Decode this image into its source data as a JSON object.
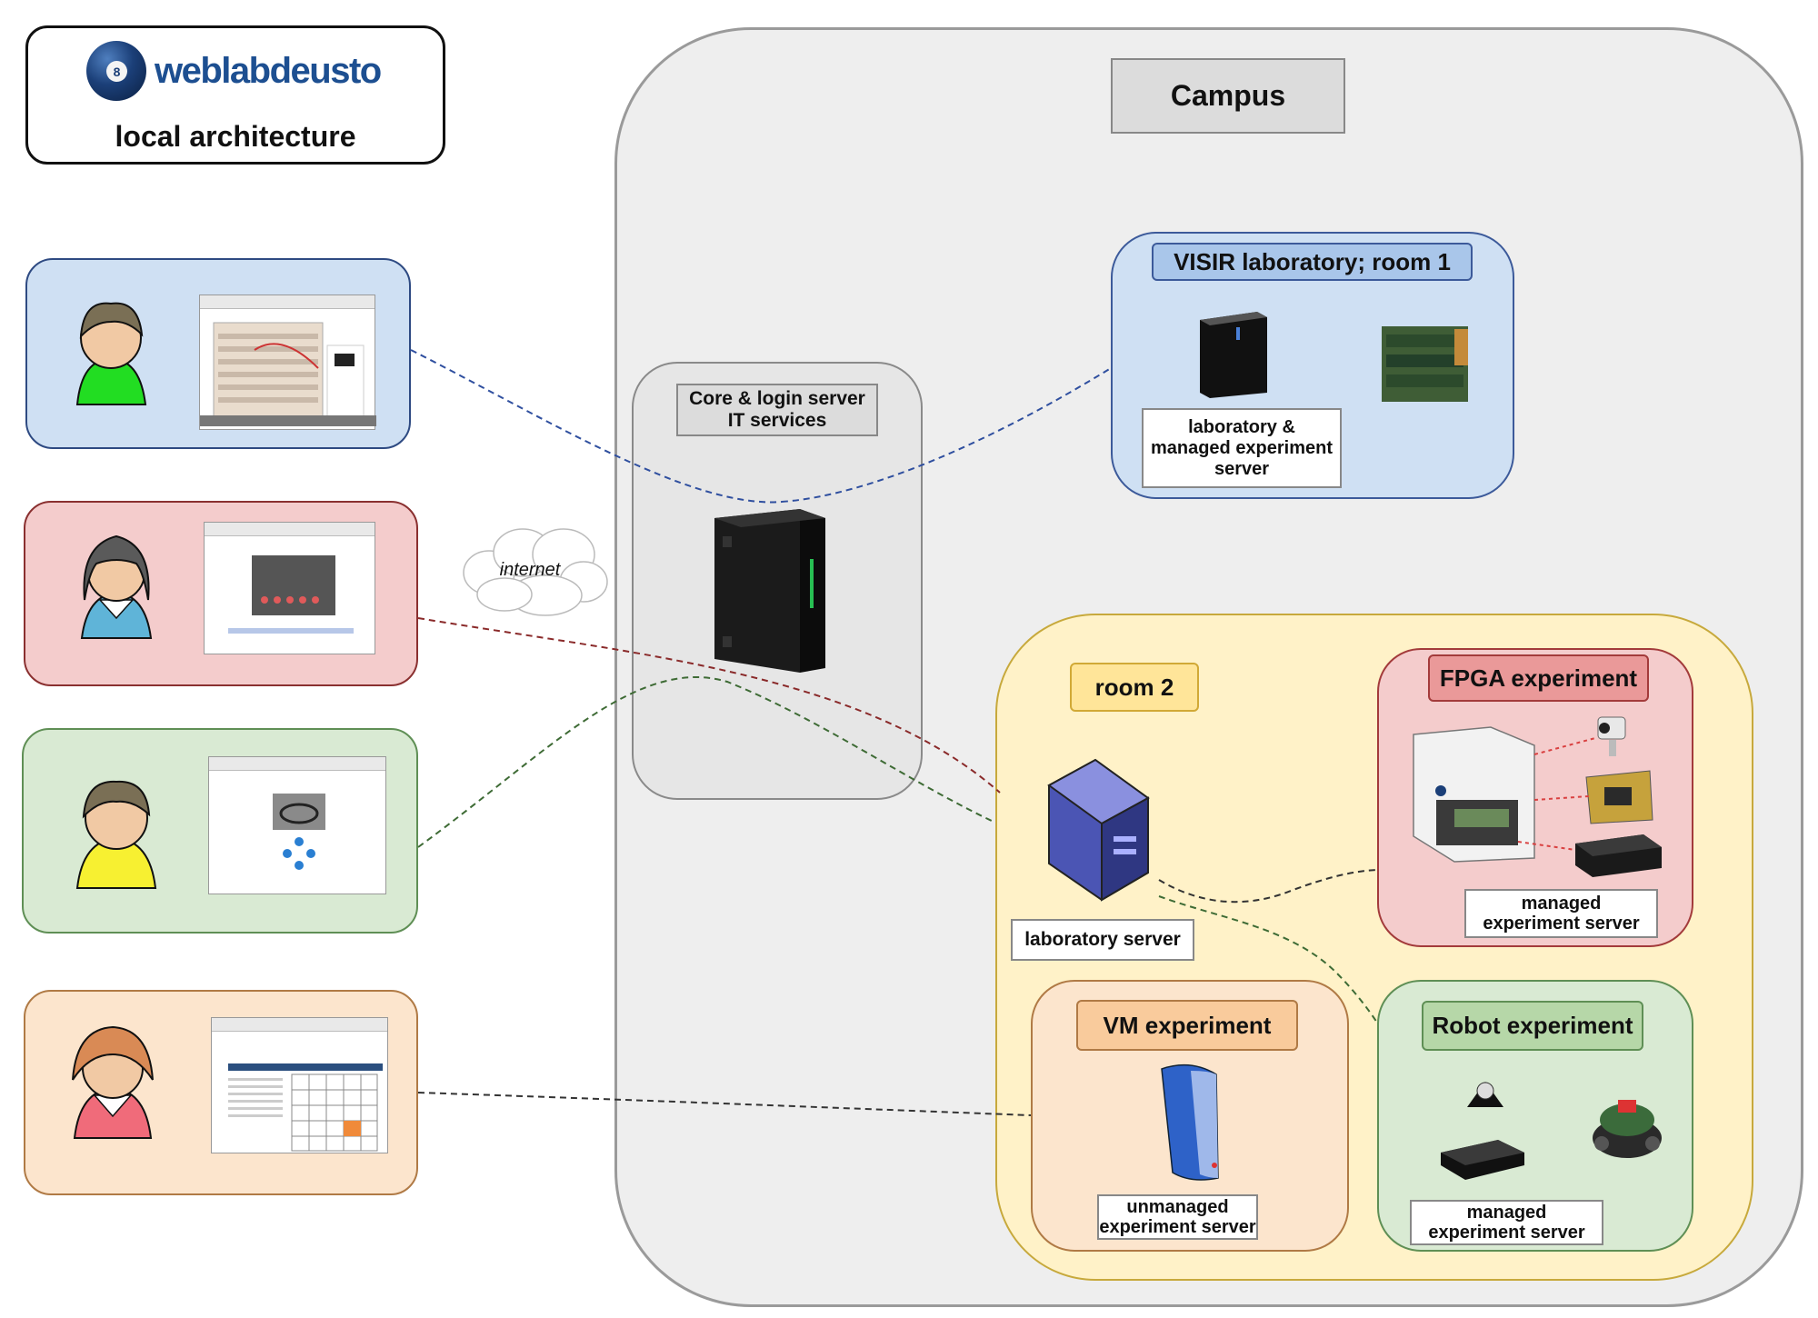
{
  "header": {
    "logo_text": "weblabdeusto",
    "logo_glyph": "8",
    "subtitle": "local architecture"
  },
  "campus": {
    "label": "Campus"
  },
  "core": {
    "label": "Core & login server\nIT services",
    "icon": "server-tower-icon"
  },
  "cloud": {
    "label": "internet"
  },
  "visir": {
    "label": "VISIR laboratory; room 1",
    "server_label": "laboratory &\nmanaged experiment\nserver",
    "icons": [
      "server-icon",
      "circuit-board-stack-icon"
    ]
  },
  "room2": {
    "label": "room 2",
    "lab_server_label": "laboratory server",
    "fpga": {
      "label": "FPGA experiment",
      "server_label": "managed\nexperiment server"
    },
    "vm": {
      "label": "VM experiment",
      "server_label": "unmanaged\nexperiment server"
    },
    "robot": {
      "label": "Robot experiment",
      "server_label": "managed\nexperiment server"
    }
  },
  "users": [
    {
      "name": "user-blue",
      "screen": "breadboard"
    },
    {
      "name": "user-red",
      "screen": "fpga-board"
    },
    {
      "name": "user-green",
      "screen": "robot-camera"
    },
    {
      "name": "user-orange",
      "screen": "vm-sudoku"
    }
  ],
  "colors": {
    "link_blue": "#2f4f9f",
    "link_red": "#8a2a2a",
    "link_green": "#3e6b35",
    "link_dark": "#333333"
  }
}
